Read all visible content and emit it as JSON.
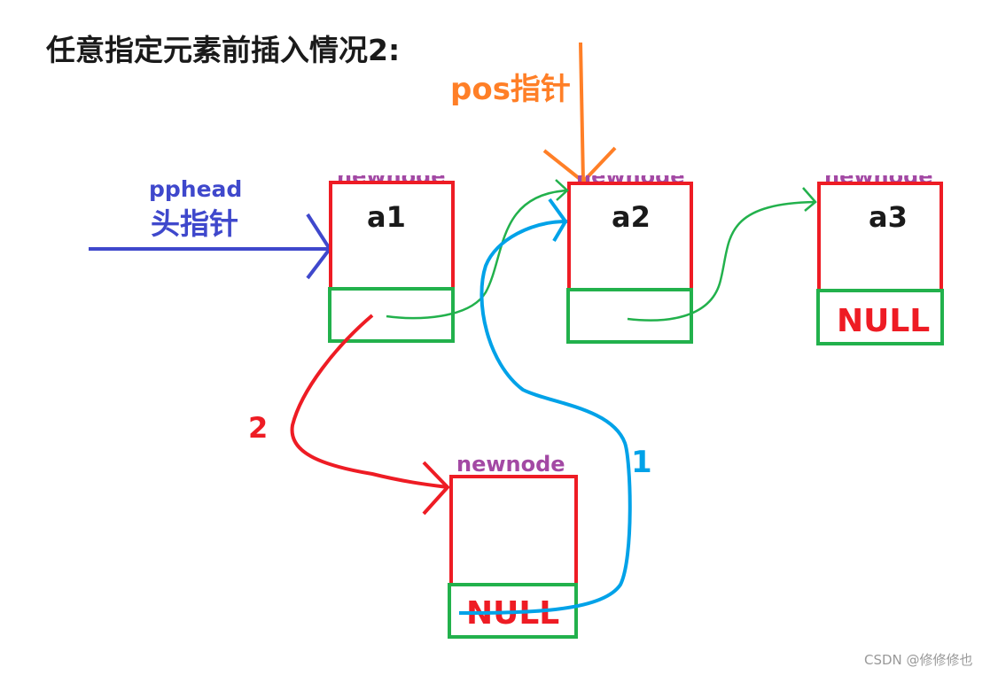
{
  "title": "任意指定元素前插入情况2:",
  "pos_label": "pos指针",
  "pphead_label": "pphead",
  "head_pointer_label": "头指针",
  "nodes": [
    {
      "data": "a1",
      "next": "",
      "top_label": "newnode"
    },
    {
      "data": "a2",
      "next": "",
      "top_label": "newnode"
    },
    {
      "data": "a3",
      "next": "NULL",
      "top_label": "newnode"
    }
  ],
  "newnode": {
    "label": "newnode",
    "data": "",
    "next": "NULL"
  },
  "step1_label": "1",
  "step2_label": "2",
  "watermark": "CSDN @修修修也",
  "colors": {
    "red": "#ee1c24",
    "green": "#22b14c",
    "blue": "#3f48cc",
    "orange": "#ff7f27",
    "cyan": "#00a2e8",
    "purple": "#a349a4"
  }
}
